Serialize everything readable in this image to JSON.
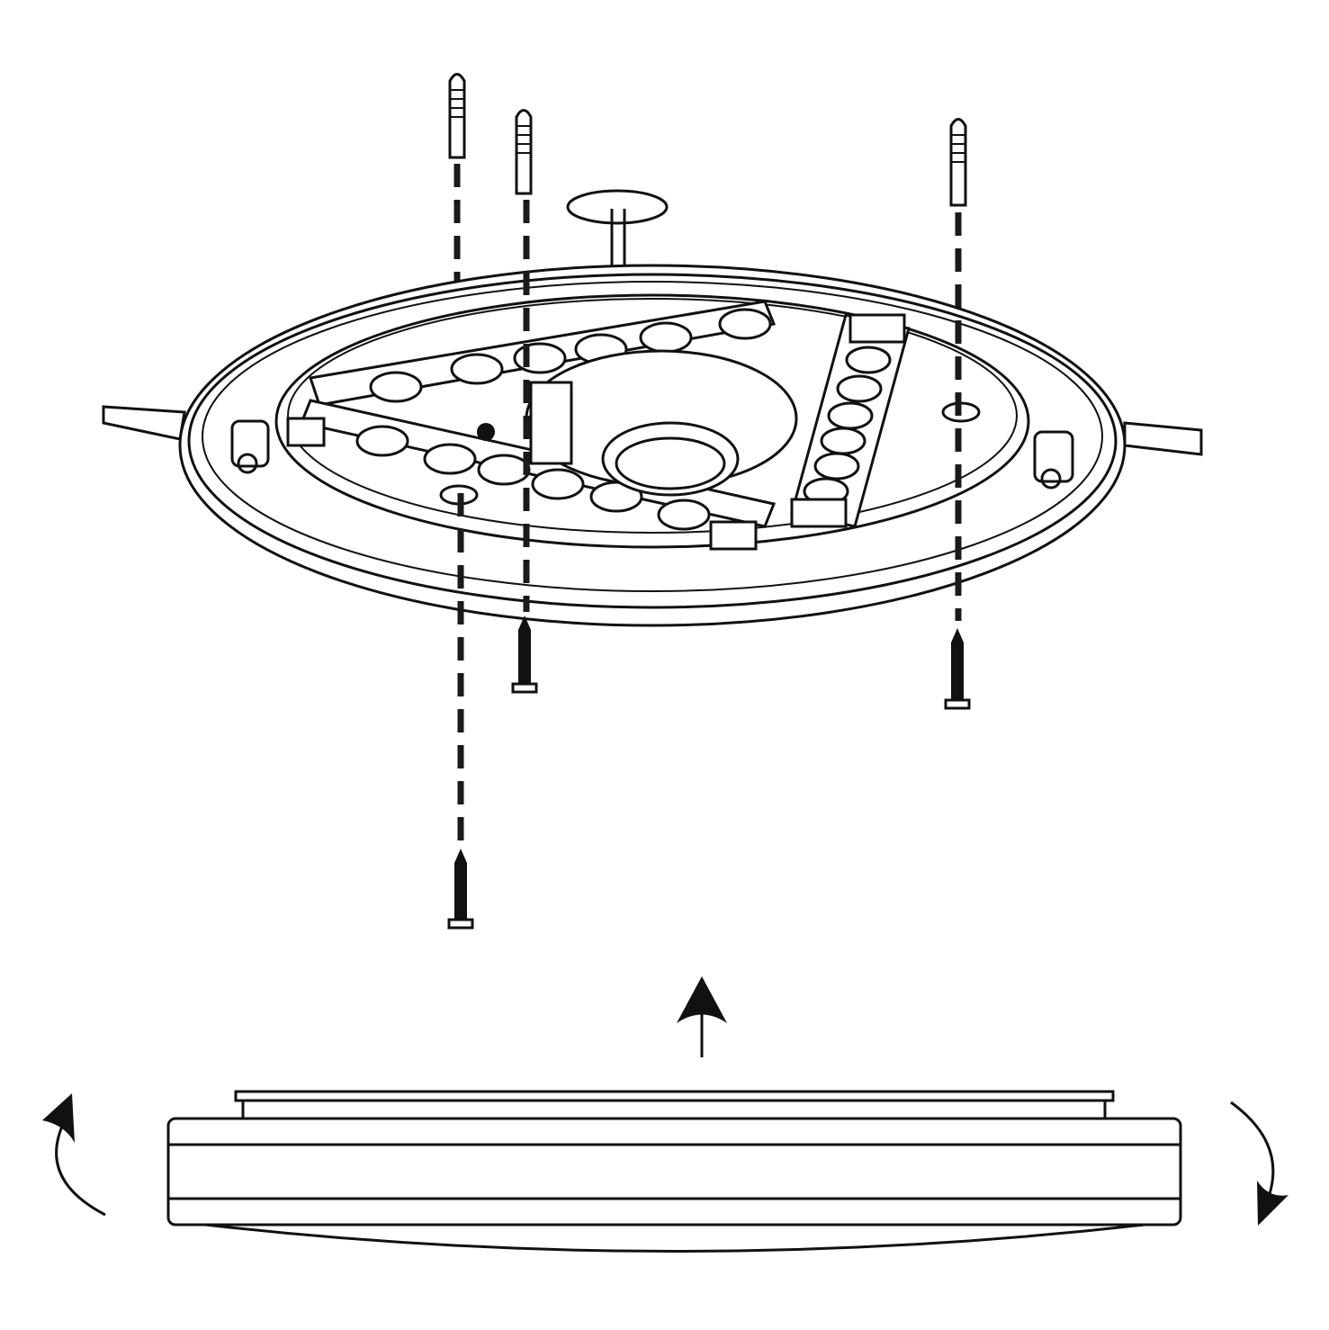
{
  "diagram": {
    "line_color": "#111111",
    "background": "#ffffff",
    "parts": [
      "wall-plug",
      "screw",
      "mounting-plate",
      "lamp-body",
      "lift-arrow",
      "rotate-arrow"
    ]
  }
}
